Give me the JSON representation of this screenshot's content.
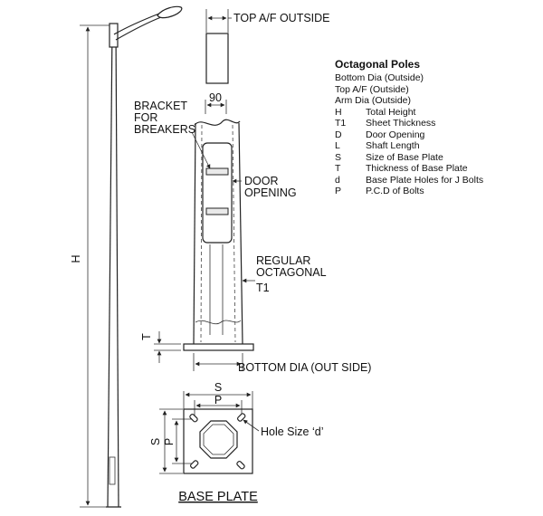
{
  "labels": {
    "top_af": "TOP A/F OUTSIDE",
    "width_90": "90",
    "bracket_1": "BRACKET",
    "bracket_2": "FOR",
    "bracket_3": "BREAKERS",
    "door_1": "DOOR",
    "door_2": "OPENING",
    "regular_1": "REGULAR",
    "regular_2": "OCTAGONAL",
    "regular_3": "T1",
    "bottom_dia": "BOTTOM DIA (OUT SIDE)",
    "h": "H",
    "t": "T",
    "s_top": "S",
    "p_top": "P",
    "s_side": "S",
    "p_side": "P",
    "hole_size": "Hole Size ‘d’",
    "base_plate": "BASE PLATE"
  },
  "legend": {
    "title": "Octagonal Poles",
    "plain": [
      "Bottom Dia (Outside)",
      "Top A/F (Outside)",
      "Arm Dia (Outside)"
    ],
    "items": [
      {
        "sym": "H",
        "desc": "Total Height"
      },
      {
        "sym": "T1",
        "desc": "Sheet Thickness"
      },
      {
        "sym": "D",
        "desc": "Door Opening"
      },
      {
        "sym": "L",
        "desc": "Shaft Length"
      },
      {
        "sym": "S",
        "desc": "Size of Base Plate"
      },
      {
        "sym": "T",
        "desc": "Thickness of Base Plate"
      },
      {
        "sym": "d",
        "desc": "Base Plate Holes for J Bolts"
      },
      {
        "sym": "P",
        "desc": "P.C.D of Bolts"
      }
    ]
  }
}
